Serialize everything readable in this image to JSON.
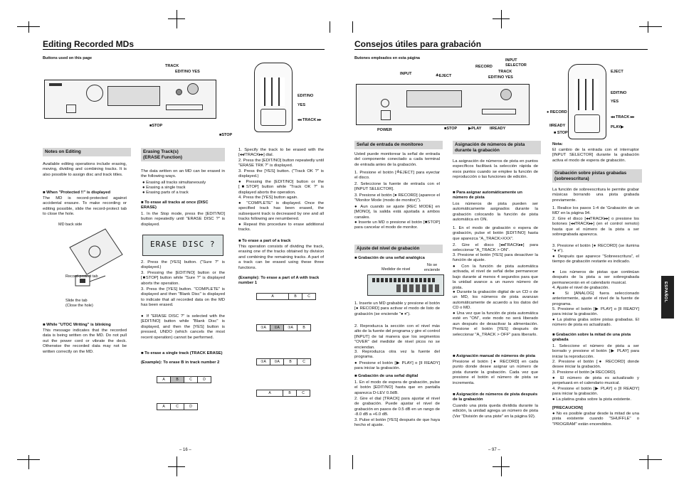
{
  "left": {
    "title": "Editing Recorded MDs",
    "buttons_caption": "Buttons used on this page",
    "device_labels": {
      "track": "TRACK",
      "edit_no_yes": "EDIT/NO  YES",
      "stop": "■STOP"
    },
    "remote_labels": {
      "edit_no": "EDIT/NO",
      "yes": "YES",
      "track": "◂◂ TRACK ▸▸",
      "stop": "■STOP"
    },
    "notes": {
      "heading": "Notes on Editing",
      "p1": "Available editing operations include erasing, moving, dividing and combining tracks. It is also possible to assign disc and track titles.",
      "sub1": "■ When \"Protected !!\" is displayed",
      "p2": "The MD is record-protected against accidental erasure. To make recording or editing possible, slide the record-protect tab to close the hole.",
      "fig_caption": "MD back side",
      "fig_label1": "Record-protect tab",
      "fig_label2": "Slide the tab\n(Close the hole)",
      "sub2": "■ While \"UTOC Writing\" is blinking",
      "p3": "This message indicates that the recorded data is being written on the MD. Do not pull out the power cord or vibrate the deck. Otherwise the recorded data may not be written correctly on the MD."
    },
    "erase": {
      "heading": "Erasing Track(s)\n(ERASE Function)",
      "intro": "The data written on an MD can be erased in the following ways.",
      "b1": "● Erasing all tracks simultaneously",
      "b2": "● Erasing a single track",
      "b3": "● Erasing parts of a track",
      "sub1": "■ To erase all tracks at once (DISC ERASE)",
      "s1": "1. In the Stop mode, press the [EDIT/NO] button repeatedly until \"ERASE DISC ?\" is displayed.",
      "lcd": "ERASE DISC ?",
      "s2": "2. Press the [YES] button. (\"Sure ?\" is displayed.)",
      "s3": "3. Pressing the [EDIT/NO] button or the [■STOP] button while \"Sure ?\" is displayed aborts the operation.",
      "s4": "3. Press the [YES] button. \"COMPLETE\" is displayed and then \"Blank Disc\" is displayed to indicate that all recorded data on the MD has been erased.",
      "s5": "● If \"ERASE DISC ?\" is selected with the [EDIT/NO] button while \"Blank Disc\" is displayed, and then the [YES] button is pressed, UNDO (which cancels the most recent operation) cannot be performed.",
      "sub2": "■ To erase a single track (TRACK ERASE)",
      "example": "(Example): To erase B in track number 2"
    },
    "col3": {
      "s1": "1. Specify the track to be erased with the [◂◂/TRACK▸▸] dial.",
      "s2": "2. Press the [EDIT/NO] button repeatedly until \"ERASE TRK ?\" is displayed.",
      "s3": "3. Press the [YES] button. (\"Track OK ?\" is displayed.)",
      "s4": "● Pressing the [EDIT/NO] button or the [■STOP] button while \"Track OK ?\" is displayed aborts the operation.",
      "s5": "4. Press the [YES] button again.",
      "s6": "● \"COMPLETE\" is displayed. Once the specified track has been erased, the subsequent track is decreased by one and all tracks following are renumbered.",
      "s7": "● Repeat this procedure to erase additional tracks.",
      "sub": "■ To erase a part of a track",
      "p": "This operation consists of dividing the track, erasing one of the tracks obtained by division and combining the remaining tracks. A part of a track can be erased using these three functions.",
      "example": "(Example): To erase a part of A with track number 1"
    },
    "page": "– 16 –"
  },
  "right": {
    "title": "Consejos útiles para grabación",
    "buttons_caption": "Butones empleados en esta página",
    "device_labels": {
      "input": "INPUT",
      "eject": "≜EJECT",
      "record": "RECORD",
      "track": "TRACK",
      "edit_no_yes": "EDIT/NO  YES",
      "input_selector": "INPUT\nSELECTOR",
      "power": "POWER",
      "stop": "■STOP",
      "play": "▶PLAY",
      "ready": "IIREADY"
    },
    "remote_labels": {
      "eject": "EJECT",
      "edit_no": "EDIT/NO",
      "yes": "YES",
      "record": "● RECORD",
      "track": "◂◂ TRACK ▸▸",
      "ready": "IIREADY",
      "stop": "■ STOP",
      "play": "PLAY▶"
    },
    "senal": {
      "heading": "Señal de entrada de monitoreo",
      "p1": "Usted puede monitorear la señal de entrada del componente conectado a cada terminal de entrada antes de la grabación.",
      "s1": "1. Presione el botón [≜EJECT] para eyectar el disco.",
      "s2": "2. Seleccione la fuente de entrada con el [INPUT SELECTOR].",
      "s3": "3. Presione el botón [● RECORD] (aparece el \"Monitor Mode (modo de monitor)\").",
      "s4": "● Aun cuando se ajuste [REC MODE] en [MONO], la salida está ajustada a ambos canales.",
      "s5": "● Inserte un MD o presione el botón [■STOP] para cancelar el modo de monitor."
    },
    "ajuste": {
      "heading": "Ajuste del nivel de grabación",
      "sub1": "■ Grabación de una señal analógica",
      "meter_l": "Medidor de nivel",
      "meter_r": "No se enciende",
      "s1": "1. Inserte un MD grabable y presione el botón [● RECORD] para activar el modo de listo de grabación (se enciende \"● ⏸\").",
      "s2": "2. Reproduzca la sección con el nivel más alto de la fuente del programa y gire el control [INPUT] de tal manera que los segmentos \"OVER\" del medidor de nivel picos no se enciendan.",
      "s3": "3. Reproduzca otra vez la fuente del programa.",
      "s4": "● Presione el botón [▶ PLAY] o [II READY] para iniciar la grabación.",
      "sub2": "■ Grabación de una señal digital",
      "d1": "1. En el modo de espera de grabación, pulse el botón [EDIT/NO] hasta que en pantalla aparezca D-LEV 0.0dB.",
      "d2": "2. Gire el dial [TRACK] para ajustar el nivel de grabación. Puede ajustar el nivel de grabación en pasos de 0.5 dB en un rango de -8.0 dB a +6.0 dB.",
      "d3": "3. Pulse el botón [YES] después de que haya hecho el ajuste."
    },
    "asign": {
      "heading": "Asignación de números de pista durante la grabación",
      "p1": "La asignación de números de pista en puntos específicos facilitará la selección rápida de esos puntos cuando se emplee la función de reproducción o las funciones de edición.",
      "sub1": "■ Para asignar automáticamente un número de pista",
      "p2": "Los números de pista pueden ser automáticamente asignados durante la grabación colocando la función de pista automática en ON.",
      "s1": "1. En el modo de grabación o espera de grabación, pulse el botón [EDIT/NO] hasta que aparezca \"A_TRACK>XXX\".",
      "s2": "2. Gire el disco [◂◂TRACK▸▸] para seleccionar \"A_TRACK > ON\".",
      "s3": "3. Presione el botón [YES] para desactiver la función de ajuste.",
      "b1": "● Con la función de pista automática activada, el nivel de señal debe permanecer bajo durante al menos 4 segundos para que la unidad avance a un nuevo número de pista.",
      "b2": "● Durante la grabación digital de un CD o de un MD, los números de pista avanzan automáticamente de acuerdo a los datos del CD o MD.",
      "b3": "● Una vez que la función de pista automática esté en \"ON\", este modo no será liberado aun después de desactivar la alimentación. Presione el botón [YES] después de seleccionar \"A_TRACK > OFF\" para liberarlo.",
      "sub2": "■ Asignación manual de números de pista",
      "p3": "Presione el botón [● RECORD] en cada punto donde desee asignar un número de pista durante la grabación. Cada vez que presione el botón el número de pista se incrementa.",
      "sub3": "■ Asignación de números de pista después de la grabación",
      "p4": "Cuando una pista queda dividida durante la edición, la unidad agrega un número de pista (Ver \"División de una piste\" en la página 92).",
      "page": "– 97 –"
    },
    "col4": {
      "nota_h": "Nota:",
      "nota": "El cambio de la entrada con el interruptor [INPUT SELECTOR] durante la grabación activa el modo de espera de grabación.",
      "heading": "Grabación sobre pistas grabadas (sobreescritura)",
      "p1": "La función de sobreescritura le permite grabar músicas borrando una pista grabada previamente.",
      "s1": "1. Realice los pasos 1-4 de 'Grabación de un MD' en la página 94.",
      "s2": "2. Gire el disco [◂◂TRACK▸▸] o presione los botones [◂◂TRACK▸▸] (en el control remoto) hasta que el número de la pista a ser sobregrabada aparezca.",
      "s3": "3. Presione el botón [● RECORD] (se ilumina \"● ⏸\").",
      "b1": "● Después que aparece \"Sobreescritura\", el tiempo de grabación restante es indicado.",
      "b2": "● Los números de pistas que continúan después de la pista a ser sobregrabada permanecerán en el calendario musical.",
      "s4": "4. Ajuste el nivel de grabación.",
      "b3": "● Si [ANALOG] fuera seleccionado anteriormente, ajuste el nivel de la fuente de programa.",
      "s5": "5. Presione el botón [▶ PLAY] o [II READY] para iniciar la grabación.",
      "b4": "● La platina graba sobre pistas grabadas. El número de pista es actualizado.",
      "sub": "■ Grabación sobre la mitad de una pista grabada",
      "t1": "1. Seleccione el número de pista a ser borrado y presione el botón [▶ PLAY] para iniciar la reproducción.",
      "t2": "2. Presione el botón [● RECORD] donde desee iniciar la grabación.",
      "t3": "3. Presione el botón [● RECORD].",
      "t4": "● El número de pista es actualizado y perpetuará en el calendario musical.",
      "t5": "4. Presione el botón [▶ PLAY] o [II READY] para iniciar la grabación.",
      "t6": "● La platina graba sobre la pista existente.",
      "prec_h": "[PRECAUCION]",
      "prec": "● No es posible grabar desde la mitad de una pista existente cuando \"SHUFFLE\" o \"PROGRAM\" están encendidos."
    },
    "sidebar": "ESPAÑOL"
  }
}
